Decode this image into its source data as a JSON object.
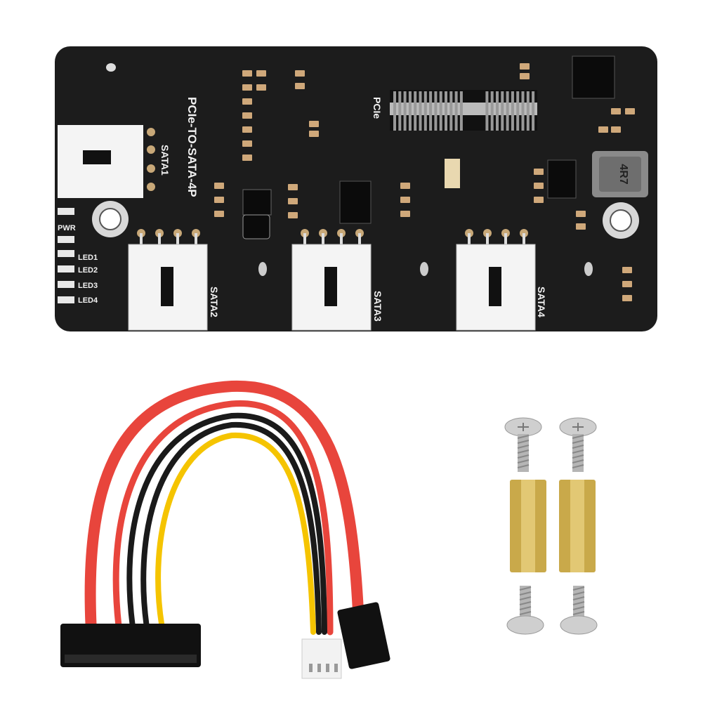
{
  "board": {
    "title": "PCIe-TO-SATA-4P",
    "pcie_label": "PCIe",
    "inductor_label": "4R7",
    "power_label": "PWR",
    "leds": [
      "LED1",
      "LED2",
      "LED3",
      "LED4"
    ],
    "ports": [
      "SATA1",
      "SATA2",
      "SATA3",
      "SATA4"
    ]
  },
  "colors": {
    "pcb": "#1c1c1c",
    "connector": "#f4f4f4",
    "cable_red": "#e8453c",
    "cable_yellow": "#f5c400",
    "cable_black": "#1a1a1a",
    "brass": "#c9a94a",
    "screw": "#c8c8c8"
  }
}
